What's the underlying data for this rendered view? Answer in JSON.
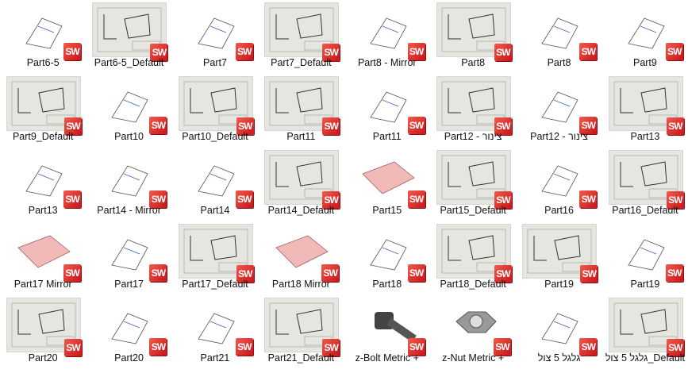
{
  "files": [
    {
      "name": "Part6-5",
      "kind": "part"
    },
    {
      "name": "Part6-5_Default",
      "kind": "drawing"
    },
    {
      "name": "Part7",
      "kind": "part"
    },
    {
      "name": "Part7_Default",
      "kind": "drawing"
    },
    {
      "name": "Part8 - Mirror",
      "kind": "part"
    },
    {
      "name": "Part8",
      "kind": "drawing"
    },
    {
      "name": "Part8",
      "kind": "part"
    },
    {
      "name": "Part9",
      "kind": "part"
    },
    {
      "name": "Part9_Default",
      "kind": "drawing"
    },
    {
      "name": "Part10",
      "kind": "part"
    },
    {
      "name": "Part10_Default",
      "kind": "drawing"
    },
    {
      "name": "Part11",
      "kind": "drawing"
    },
    {
      "name": "Part11",
      "kind": "part"
    },
    {
      "name": "Part12 - צינור",
      "kind": "drawing"
    },
    {
      "name": "Part12 - צינור",
      "kind": "part"
    },
    {
      "name": "Part13",
      "kind": "drawing"
    },
    {
      "name": "Part13",
      "kind": "part"
    },
    {
      "name": "Part14 - Mirror",
      "kind": "part"
    },
    {
      "name": "Part14",
      "kind": "part"
    },
    {
      "name": "Part14_Default",
      "kind": "drawing"
    },
    {
      "name": "Part15",
      "kind": "solid"
    },
    {
      "name": "Part15_Default",
      "kind": "drawing"
    },
    {
      "name": "Part16",
      "kind": "part"
    },
    {
      "name": "Part16_Default",
      "kind": "drawing"
    },
    {
      "name": "Part17 Mirror",
      "kind": "solid"
    },
    {
      "name": "Part17",
      "kind": "part"
    },
    {
      "name": "Part17_Default",
      "kind": "drawing"
    },
    {
      "name": "Part18 Mirror",
      "kind": "solid"
    },
    {
      "name": "Part18",
      "kind": "part"
    },
    {
      "name": "Part18_Default",
      "kind": "drawing"
    },
    {
      "name": "Part19",
      "kind": "drawing"
    },
    {
      "name": "Part19",
      "kind": "part"
    },
    {
      "name": "Part20",
      "kind": "drawing"
    },
    {
      "name": "Part20",
      "kind": "part"
    },
    {
      "name": "Part21",
      "kind": "part"
    },
    {
      "name": "Part21_Default",
      "kind": "drawing"
    },
    {
      "name": "z-Bolt Metric +",
      "kind": "dark"
    },
    {
      "name": "z-Nut Metric +",
      "kind": "grey"
    },
    {
      "name": "גלגל 5 צול",
      "kind": "part"
    },
    {
      "name": "גלגל 5 צול_Default",
      "kind": "drawing"
    }
  ],
  "badge": "SW",
  "colors": {
    "badge": "#d7262b",
    "drawing_bg": "#e6e6e0"
  }
}
